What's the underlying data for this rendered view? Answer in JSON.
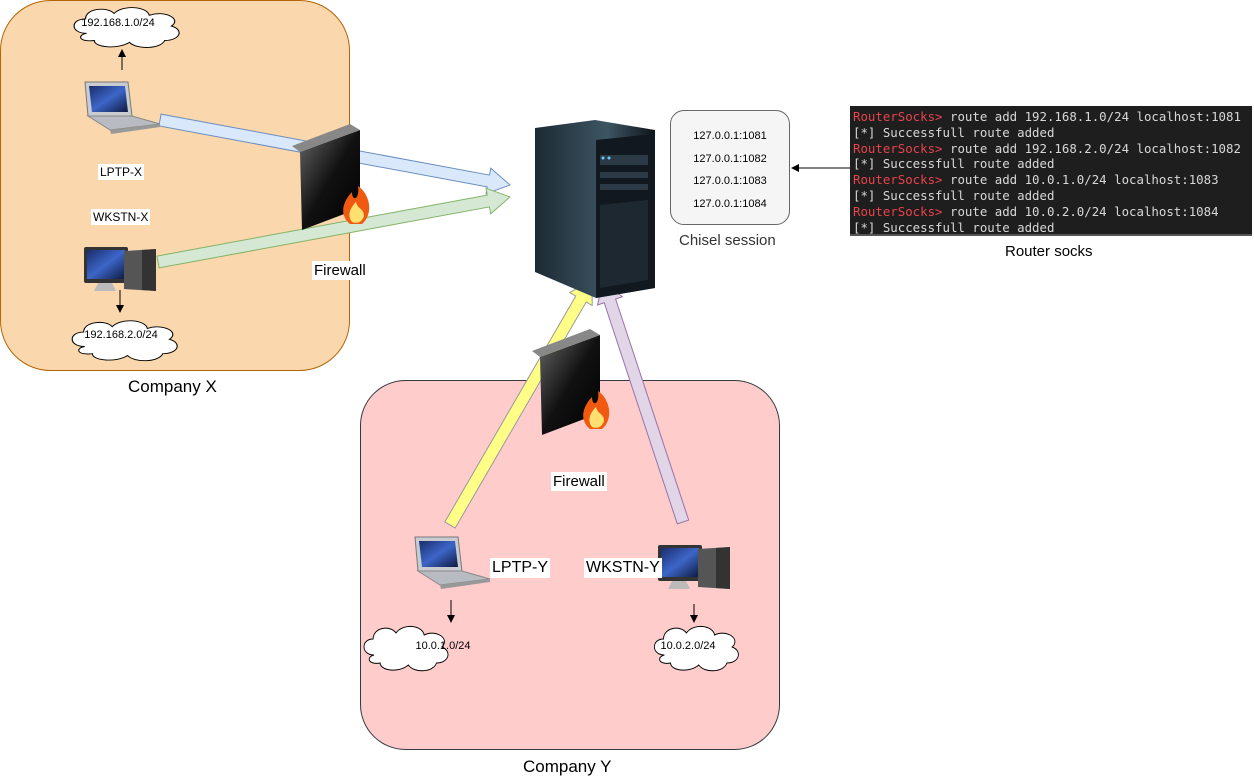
{
  "groups": {
    "company_x": "Company X",
    "company_y": "Company Y"
  },
  "colors": {
    "company_x_fill": "#fad7ac",
    "company_x_stroke": "#b46504",
    "company_y_fill": "#ffcccc",
    "company_y_stroke": "#36393d",
    "arrow_blue": "#dae8fc",
    "arrow_green": "#d5e8d4",
    "arrow_yellow": "#ffff88",
    "arrow_purple": "#e1d5e7",
    "prompt": "#e8434b"
  },
  "nodes": {
    "lptp_x": "LPTP-X",
    "wkstn_x": "WKSTN-X",
    "firewall_x": "Firewall",
    "firewall_y": "Firewall",
    "lptp_y": "LPTP-Y",
    "wkstn_y": "WKSTN-Y"
  },
  "clouds": {
    "net_x1": "192.168.1.0/24",
    "net_x2": "192.168.2.0/24",
    "net_y1": "10.0.1.0/24",
    "net_y2": "10.0.2.0/24"
  },
  "chisel": {
    "label": "Chisel session",
    "ports": [
      "127.0.0.1:1081",
      "127.0.0.1:1082",
      "127.0.0.1:1083",
      "127.0.0.1:1084"
    ]
  },
  "terminal": {
    "label": "Router socks",
    "lines": [
      {
        "prompt": "RouterSocks>",
        "cmd": " route add 192.168.1.0/24 localhost:1081"
      },
      {
        "prompt": "",
        "cmd": "[*] Successfull route added"
      },
      {
        "prompt": "RouterSocks>",
        "cmd": " route add 192.168.2.0/24 localhost:1082"
      },
      {
        "prompt": "",
        "cmd": "[*] Successfull route added"
      },
      {
        "prompt": "RouterSocks>",
        "cmd": " route add 10.0.1.0/24 localhost:1083"
      },
      {
        "prompt": "",
        "cmd": "[*] Successfull route added"
      },
      {
        "prompt": "RouterSocks>",
        "cmd": " route add 10.0.2.0/24 localhost:1084"
      },
      {
        "prompt": "",
        "cmd": "[*] Successfull route added"
      }
    ]
  }
}
